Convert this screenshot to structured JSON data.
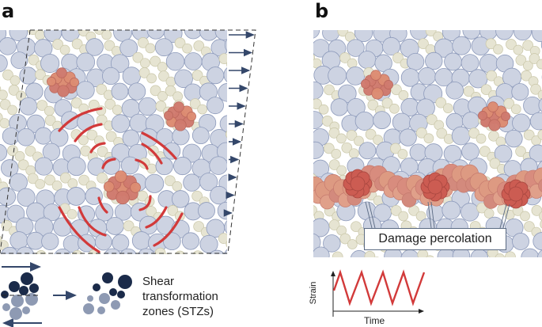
{
  "figure": {
    "panels": [
      {
        "id": "a",
        "label": "a",
        "description": "Sheared particle packing with STZ clusters and red arc strain fields"
      },
      {
        "id": "b",
        "label": "b",
        "description": "Cyclic loading leads to percolated damage band"
      }
    ],
    "legend_stz": {
      "text_line1": "Shear",
      "text_line2": "transformation",
      "text_line3": "zones (STZs)"
    },
    "damage_label": "Damage percolation",
    "strain_plot": {
      "ylabel": "Strain",
      "xlabel": "Time"
    },
    "colors": {
      "large_particle": "#cdd3e2",
      "large_particle_stroke": "#8e9bbb",
      "small_particle": "#e6e4d2",
      "small_particle_stroke": "#c9c6a8",
      "stz_cluster": "#d07a6e",
      "stz_cluster_light": "#dd8c72",
      "arc": "#d23a3a",
      "arrow": "#34476a",
      "dark_particle": "#1b2b4a",
      "grey_particle": "#8e9ab3",
      "zigzag": "#d23a3a"
    }
  }
}
